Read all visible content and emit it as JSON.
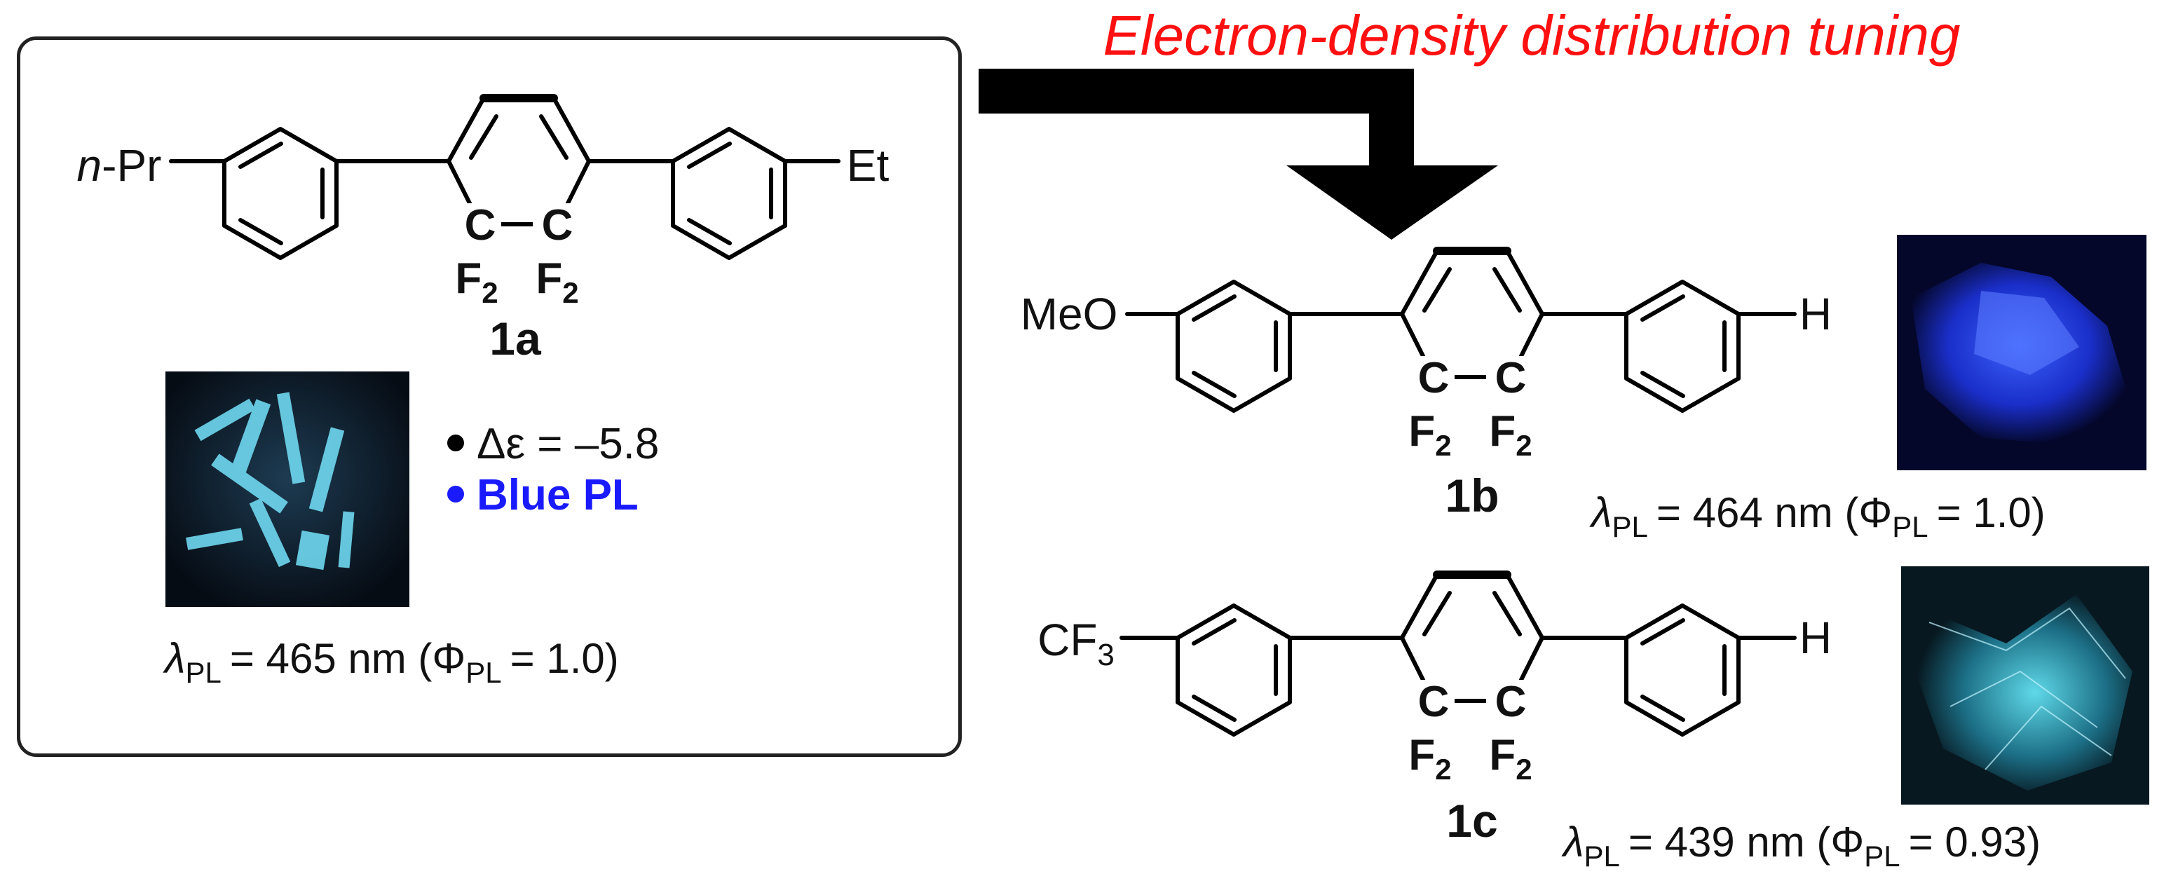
{
  "title": "Electron-density distribution tuning",
  "colors": {
    "title": "#ff1010",
    "blue_label": "#1a1aff",
    "line": "#000000"
  },
  "compound_1a": {
    "label": "1a",
    "left_substituent": "n-Pr",
    "right_substituent": "Et",
    "cf2_left": "C",
    "cf2_right": "C",
    "f2_left": "F",
    "f2_right": "F",
    "subscript_2": "2",
    "properties": [
      "Δε = –5.8",
      "Blue PL"
    ],
    "lambda_symbol": "λ",
    "pl_sub": "PL",
    "lambda_text": "= 465 nm (Φ",
    "phi_value": "= 1.0)"
  },
  "compound_1b": {
    "label": "1b",
    "left_substituent": "MeO",
    "right_substituent": "H",
    "lambda_text": "= 464 nm (Φ",
    "phi_value": "= 1.0)"
  },
  "compound_1c": {
    "label": "1c",
    "left_substituent": "CF",
    "left_subscript": "3",
    "right_substituent": "H",
    "lambda_text": "= 439 nm (Φ",
    "phi_value": "= 0.93)"
  }
}
